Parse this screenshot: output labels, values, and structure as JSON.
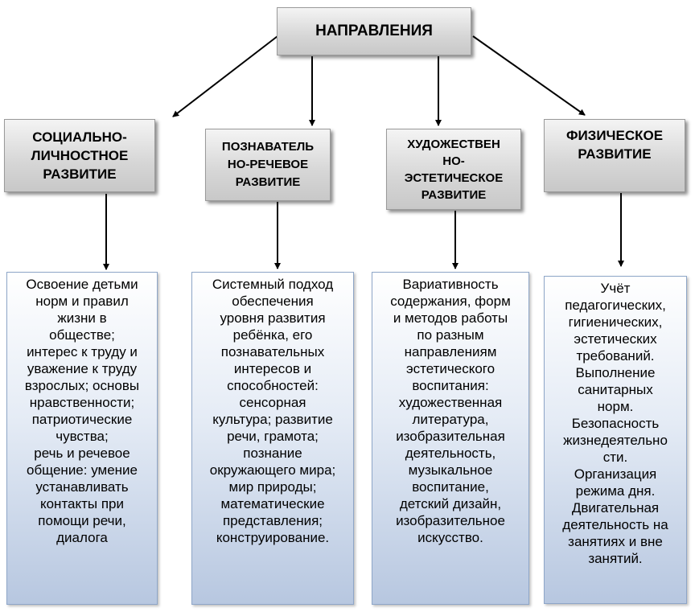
{
  "root": {
    "label": "НАПРАВЛЕНИЯ"
  },
  "branches": [
    {
      "title": [
        "СОЦИАЛЬНО-",
        "ЛИЧНОСТНОЕ",
        "РАЗВИТИЕ"
      ],
      "details": [
        "Освоение детьми",
        "норм и правил",
        "жизни в",
        "обществе;",
        "интерес к труду и",
        "уважение к труду",
        "взрослых; основы",
        "нравственности;",
        "патриотические",
        "чувства;",
        "речь и речевое",
        "общение: умение",
        "устанавливать",
        "контакты при",
        "помощи речи,",
        "диалога"
      ]
    },
    {
      "title": [
        "ПОЗНАВАТЕЛЬ",
        "НО-РЕЧЕВОЕ",
        "РАЗВИТИЕ"
      ],
      "details": [
        "Системный подход",
        "обеспечения",
        "уровня развития",
        "ребёнка, его",
        "познавательных",
        "интересов и",
        "способностей:",
        "сенсорная",
        "культура;  развитие",
        "речи, грамота;",
        "познание",
        "окружающего мира;",
        "мир природы;",
        "математические",
        "представления;",
        "конструирование."
      ]
    },
    {
      "title": [
        "ХУДОЖЕСТВЕН",
        "НО-",
        "ЭСТЕТИЧЕСКОЕ",
        "РАЗВИТИЕ"
      ],
      "details": [
        "Вариативность",
        "содержания, форм",
        "и методов работы",
        "по разным",
        "направлениям",
        "эстетического",
        "воспитания:",
        "художественная",
        "литература,",
        "изобразительная",
        "деятельность,",
        "музыкальное",
        "воспитание,",
        "детский дизайн,",
        "изобразительное",
        "искусство."
      ]
    },
    {
      "title": [
        "ФИЗИЧЕСКОЕ",
        "РАЗВИТИЕ"
      ],
      "details": [
        "Учёт",
        "педагогических,",
        "гигиенических,",
        "эстетических",
        "требований.",
        "Выполнение",
        "санитарных",
        "норм.",
        "Безопасность",
        "жизнедеятельно",
        "сти.",
        "Организация",
        "режима дня.",
        "Двигательная",
        "деятельность на",
        "занятиях и вне",
        "занятий."
      ]
    }
  ]
}
